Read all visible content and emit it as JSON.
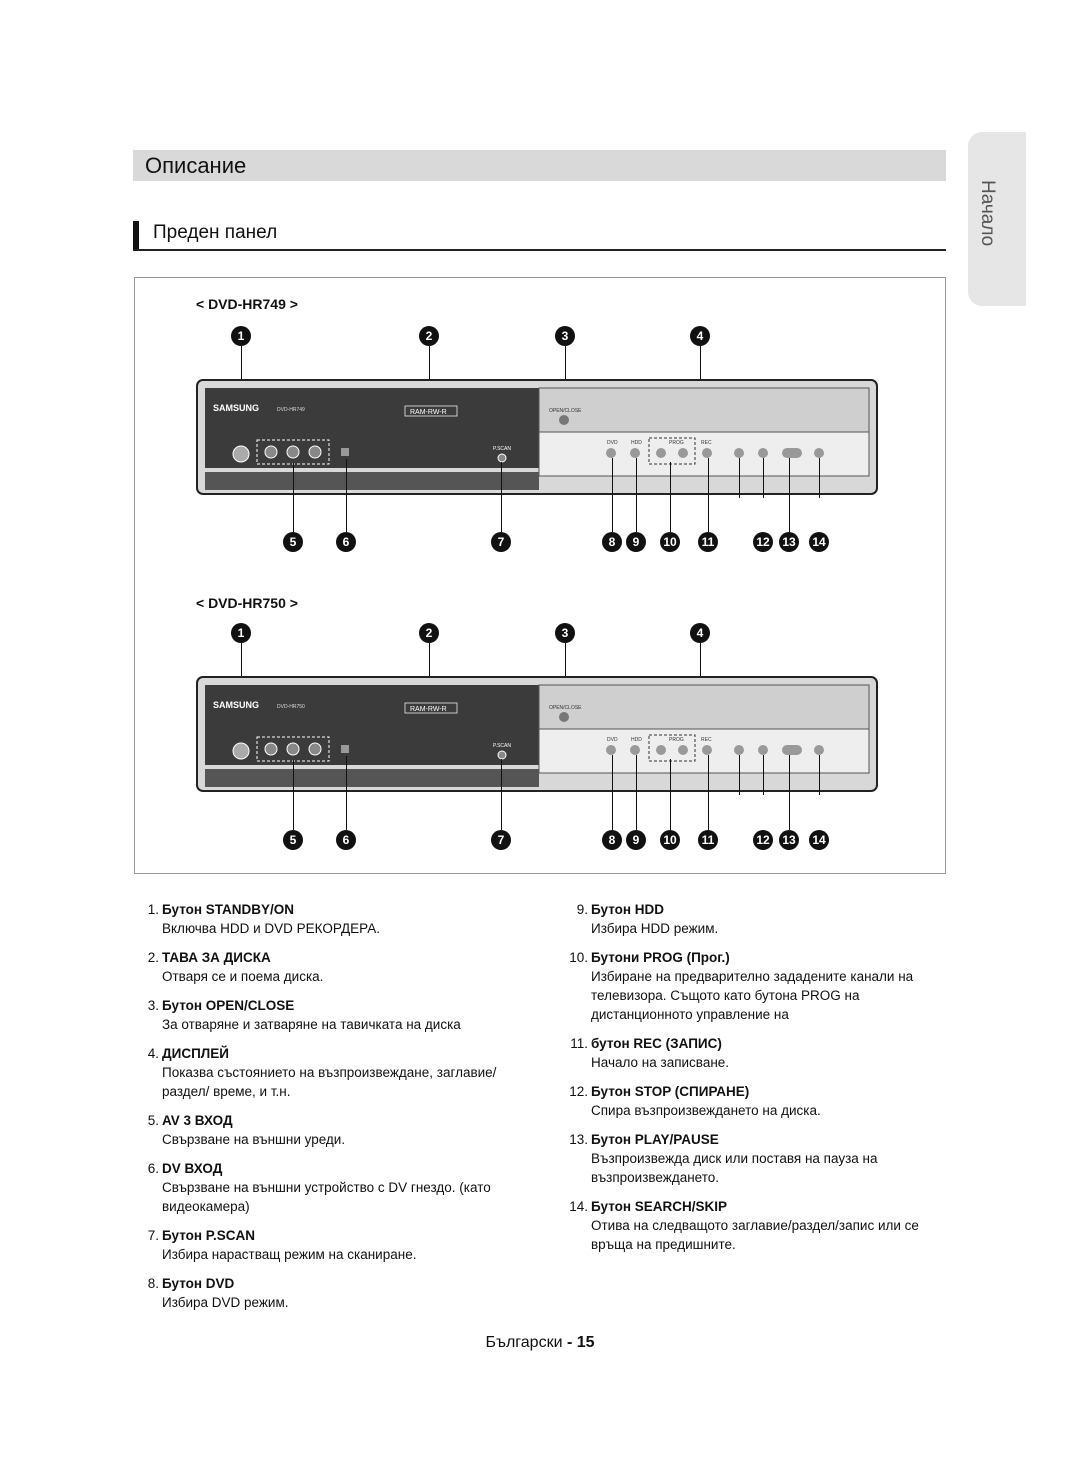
{
  "side_tab": {
    "label": "Начало"
  },
  "section": {
    "title": "Описание"
  },
  "subsection": {
    "title": "Преден панел"
  },
  "figure": {
    "models": [
      "< DVD-HR749 >",
      "< DVD-HR750 >"
    ],
    "top_callouts": [
      "1",
      "2",
      "3",
      "4"
    ],
    "bottom_callouts": [
      "5",
      "6",
      "7",
      "8",
      "9",
      "10",
      "11",
      "12",
      "13",
      "14"
    ],
    "device_brand": "SAMSUNG",
    "device_models": [
      "DVD-HR749",
      "DVD-HR750"
    ],
    "device_badge": "RAM-RW-R",
    "device_labels": {
      "open_close": "OPEN/CLOSE",
      "pscan": "P.SCAN",
      "dvd": "DVD",
      "hdd": "HDD",
      "prog": "PROG",
      "rec": "REC"
    }
  },
  "items_left": [
    {
      "num": "1.",
      "title": "Бутон STANDBY/ON",
      "desc": "Включва HDD и DVD РЕКОРДЕРА."
    },
    {
      "num": "2.",
      "title": "ТАВА ЗА ДИСКА",
      "desc": "Отваря се и поема диска."
    },
    {
      "num": "3.",
      "title": "Бутон OPEN/CLOSE",
      "desc": "За отваряне и затваряне на тавичката на диска"
    },
    {
      "num": "4.",
      "title": "ДИСПЛЕЙ",
      "desc": "Показва състоянието на възпроизвеждане, заглавие/раздел/ време, и т.н."
    },
    {
      "num": "5.",
      "title": "AV 3 ВХОД",
      "desc": "Свързване на външни уреди."
    },
    {
      "num": "6.",
      "title": "DV ВХОД",
      "desc": "Свързване на външни устройство с DV гнездо. (като видеокамера)"
    },
    {
      "num": "7.",
      "title": "Бутон P.SCAN",
      "desc": "Избира нарастващ режим на сканиране."
    },
    {
      "num": "8.",
      "title": "Бутон DVD",
      "desc": "Избира DVD режим."
    }
  ],
  "items_right": [
    {
      "num": "9.",
      "title": "Бутон HDD",
      "desc": "Избира HDD режим."
    },
    {
      "num": "10.",
      "title": "Бутони PROG (Прог.)",
      "desc": "Избиране на предварително зададените канали на телевизора. Същото като бутона PROG на дистанционното управление на"
    },
    {
      "num": "11.",
      "title": "бутон REC (ЗАПИС)",
      "desc": "Начало на записване."
    },
    {
      "num": "12.",
      "title": "Бутон STOP (СПИРАНЕ)",
      "desc": "Спира възпроизвеждането на диска."
    },
    {
      "num": "13.",
      "title": "Бутон PLAY/PAUSE",
      "desc": "Възпроизвежда диск или поставя на пауза на възпроизвеждането."
    },
    {
      "num": "14.",
      "title": "Бутон SEARCH/SKIP",
      "desc": "Отива на следващото заглавие/раздел/запис или се връща на предишните."
    }
  ],
  "footer": {
    "language": "Български",
    "separator": "-",
    "page": "15"
  }
}
